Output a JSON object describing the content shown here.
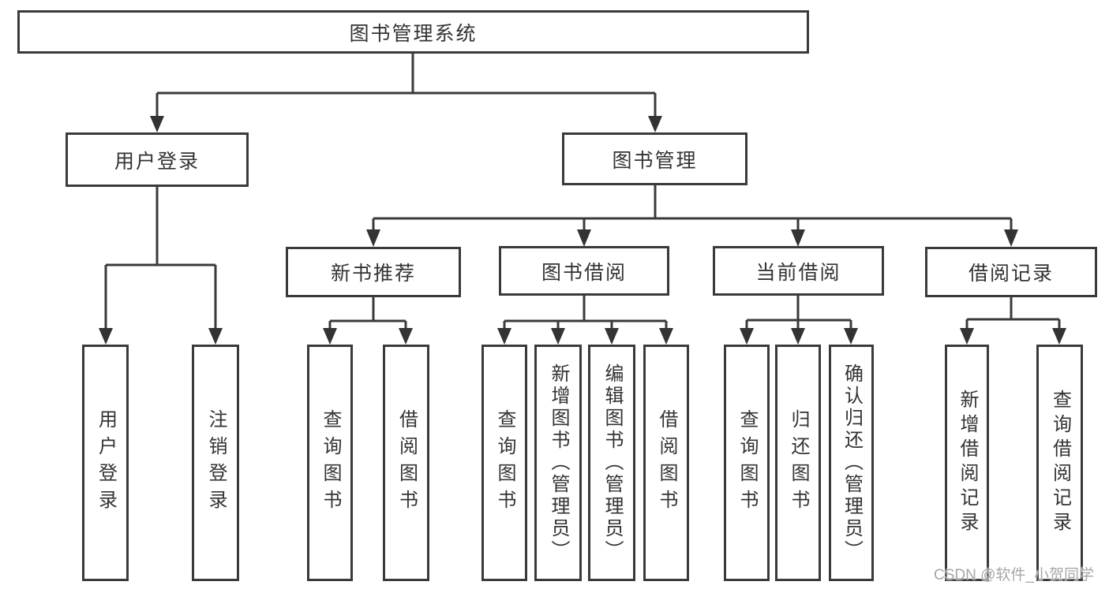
{
  "diagram": {
    "type": "hierarchy-tree",
    "root": {
      "label": "图书管理系统",
      "children": [
        {
          "label": "用户登录",
          "children": [
            {
              "label": "用户登录"
            },
            {
              "label": "注销登录"
            }
          ]
        },
        {
          "label": "图书管理",
          "children": [
            {
              "label": "新书推荐",
              "children": [
                {
                  "label": "查询图书"
                },
                {
                  "label": "借阅图书"
                }
              ]
            },
            {
              "label": "图书借阅",
              "children": [
                {
                  "label": "查询图书"
                },
                {
                  "label": "新增图书（管理员）"
                },
                {
                  "label": "编辑图书（管理员）"
                },
                {
                  "label": "借阅图书"
                }
              ]
            },
            {
              "label": "当前借阅",
              "children": [
                {
                  "label": "查询图书"
                },
                {
                  "label": "归还图书"
                },
                {
                  "label": "确认归还（管理员）"
                }
              ]
            },
            {
              "label": "借阅记录",
              "children": [
                {
                  "label": "新增借阅记录"
                },
                {
                  "label": "查询借阅记录"
                }
              ]
            }
          ]
        }
      ]
    },
    "colors": {
      "line": "#3a3a3a",
      "text": "#333333",
      "box_fill": "#ffffff",
      "background": "#ffffff"
    }
  },
  "watermark": {
    "text": "CSDN @软件_小贺同学",
    "color": "#9e9e9e"
  }
}
